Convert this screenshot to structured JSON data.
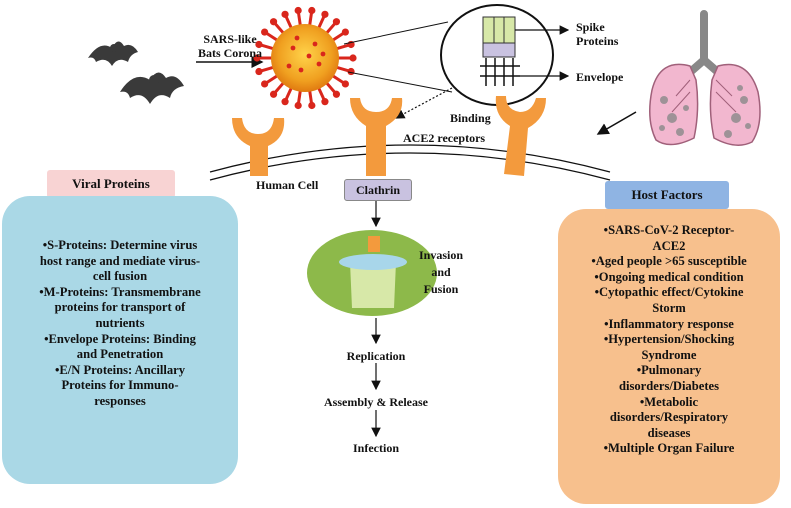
{
  "labels": {
    "bats_line1": "SARS-like",
    "bats_line2": "Bats Corona",
    "spike": [
      "Spike",
      "Proteins"
    ],
    "envelope": "Envelope",
    "binding": "Binding",
    "ace2": "ACE2 receptors",
    "human_cell": "Human Cell",
    "clathrin": "Clathrin",
    "invasion": [
      "Invasion",
      "and",
      "Fusion"
    ],
    "replication": "Replication",
    "assembly": "Assembly & Release",
    "infection": "Infection"
  },
  "viral": {
    "title": "Viral Proteins",
    "items": [
      [
        "•S-Proteins: Determine virus",
        "host range and mediate virus-",
        "cell fusion"
      ],
      [
        "•M-Proteins: Transmembrane",
        "proteins for transport of",
        "nutrients"
      ],
      [
        "•Envelope Proteins: Binding",
        "and Penetration"
      ],
      [
        "•E/N Proteins: Ancillary",
        "Proteins for Immuno-",
        "responses"
      ]
    ]
  },
  "host": {
    "title": "Host Factors",
    "items": [
      [
        "•SARS-CoV-2 Receptor-",
        "ACE2"
      ],
      [
        "•Aged people >65 susceptible"
      ],
      [
        "•Ongoing medical condition"
      ],
      [
        "•Cytopathic effect/Cytokine",
        "Storm"
      ],
      [
        "•Inflammatory response"
      ],
      [
        "•Hypertension/Shocking",
        "Syndrome"
      ],
      [
        "•Pulmonary",
        "disorders/Diabetes"
      ],
      [
        "•Metabolic",
        "disorders/Respiratory",
        "diseases"
      ],
      [
        "•Multiple Organ Failure"
      ]
    ]
  },
  "colors": {
    "viral_title_bg": "#f8d3d3",
    "viral_panel_bg": "#aad8e6",
    "host_title_bg": "#8fb4e3",
    "host_panel_bg": "#f7c08d",
    "receptor": "#f39a3d",
    "clathrin_bg": "#c9c2e0",
    "cell_green": "#8db94a",
    "virus_core": "#f0a020",
    "spike_red": "#d9261c",
    "lung_pink": "#f2b7cf"
  }
}
